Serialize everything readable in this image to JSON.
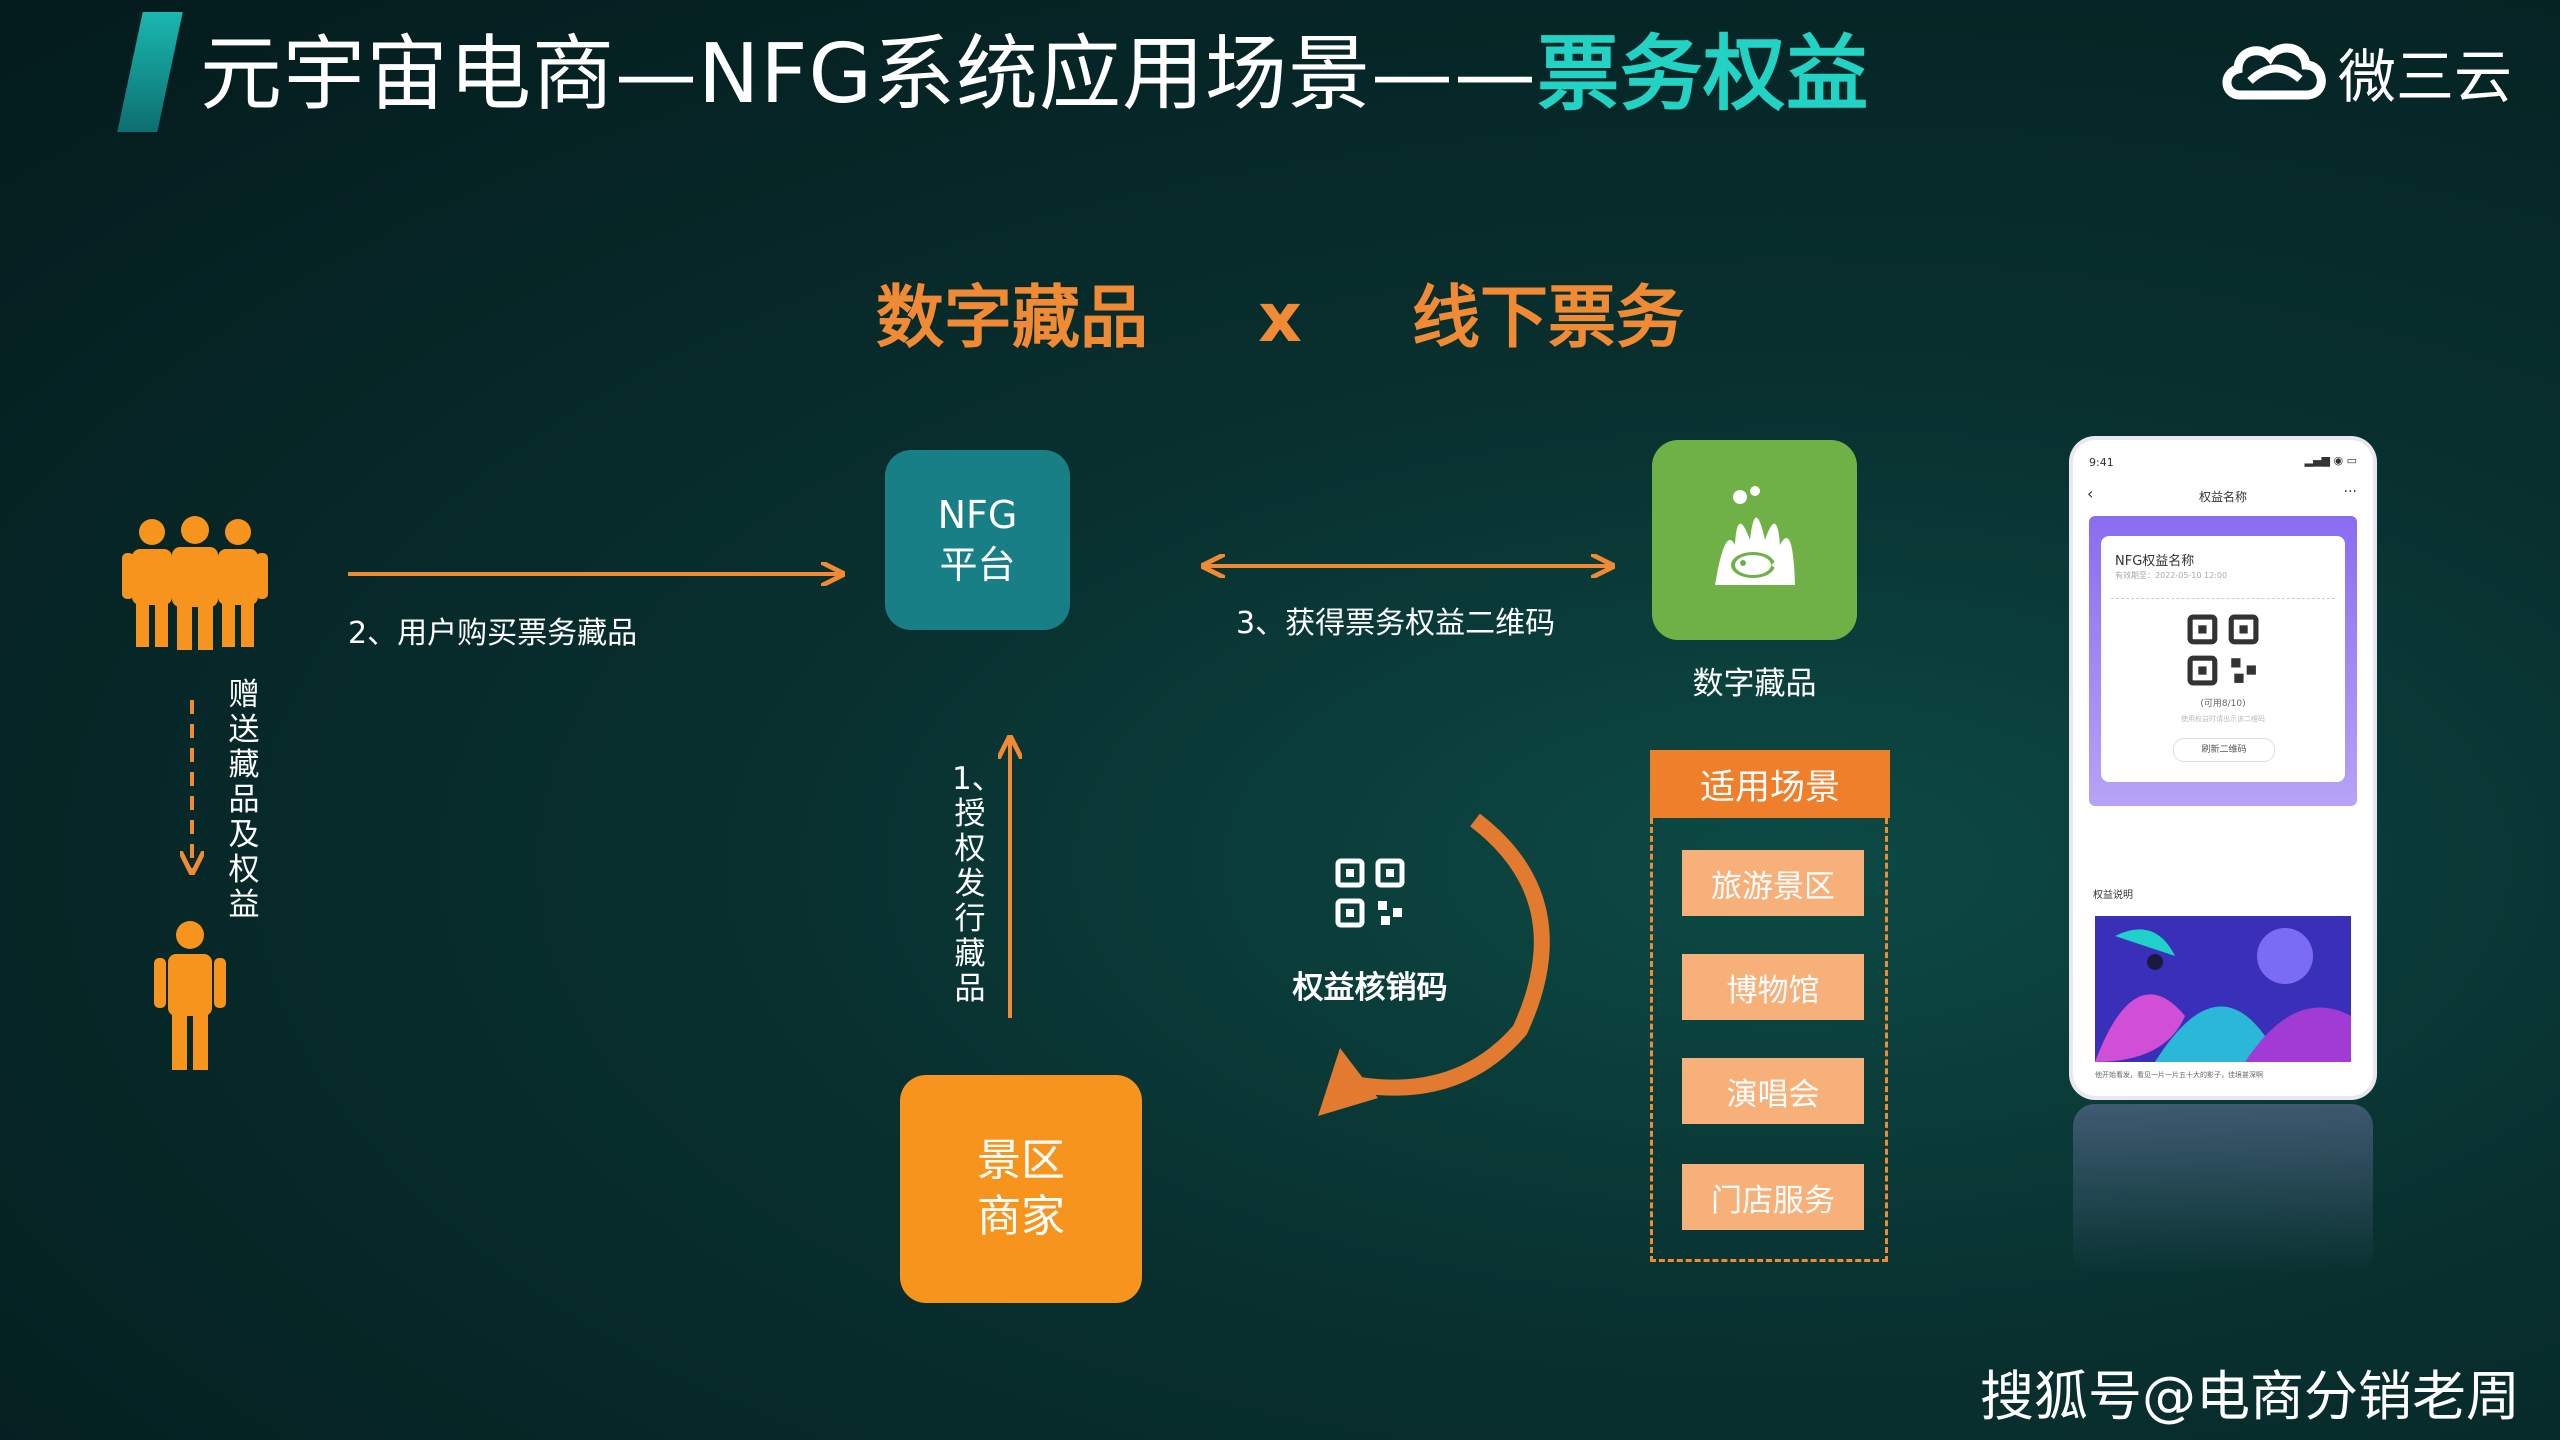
{
  "title": {
    "main": "元宇宙电商—NFG系统应用场景——",
    "highlight": "票务权益"
  },
  "logo": {
    "text": "微三云"
  },
  "subtitle": {
    "left": "数字藏品",
    "mid": "x",
    "right": "线下票务"
  },
  "nodes": {
    "nfg": {
      "line1": "NFG",
      "line2": "平台"
    },
    "merchant": {
      "line1": "景区",
      "line2": "商家"
    },
    "digital": {
      "label": "数字藏品"
    }
  },
  "labels": {
    "step2": "2、用户购买票务藏品",
    "step3": "3、获得票务权益二维码",
    "step1": "1、授权发行藏品",
    "gift": "赠送藏品及权益",
    "qr": "权益核销码"
  },
  "scenes": {
    "header": "适用场景",
    "items": [
      "旅游景区",
      "博物馆",
      "演唱会",
      "门店服务"
    ]
  },
  "phone": {
    "time": "9:41",
    "nav_title": "权益名称",
    "card_title": "NFG权益名称",
    "valid": "有效期至：2022-05-10 12:00",
    "usage": "(可用8/10)",
    "hint": "使用权益时请出示该二维码",
    "refresh": "刷新二维码",
    "section": "权益说明",
    "desc": "他开始看发，看见一片一片五十大的影子，佳境甚深啊"
  },
  "watermark": "搜狐号@电商分销老周",
  "colors": {
    "accent": "#22d3c4",
    "orange": "#f08a34",
    "nfg": "#177f85",
    "merchant": "#f7941d",
    "digital": "#6fb146"
  }
}
